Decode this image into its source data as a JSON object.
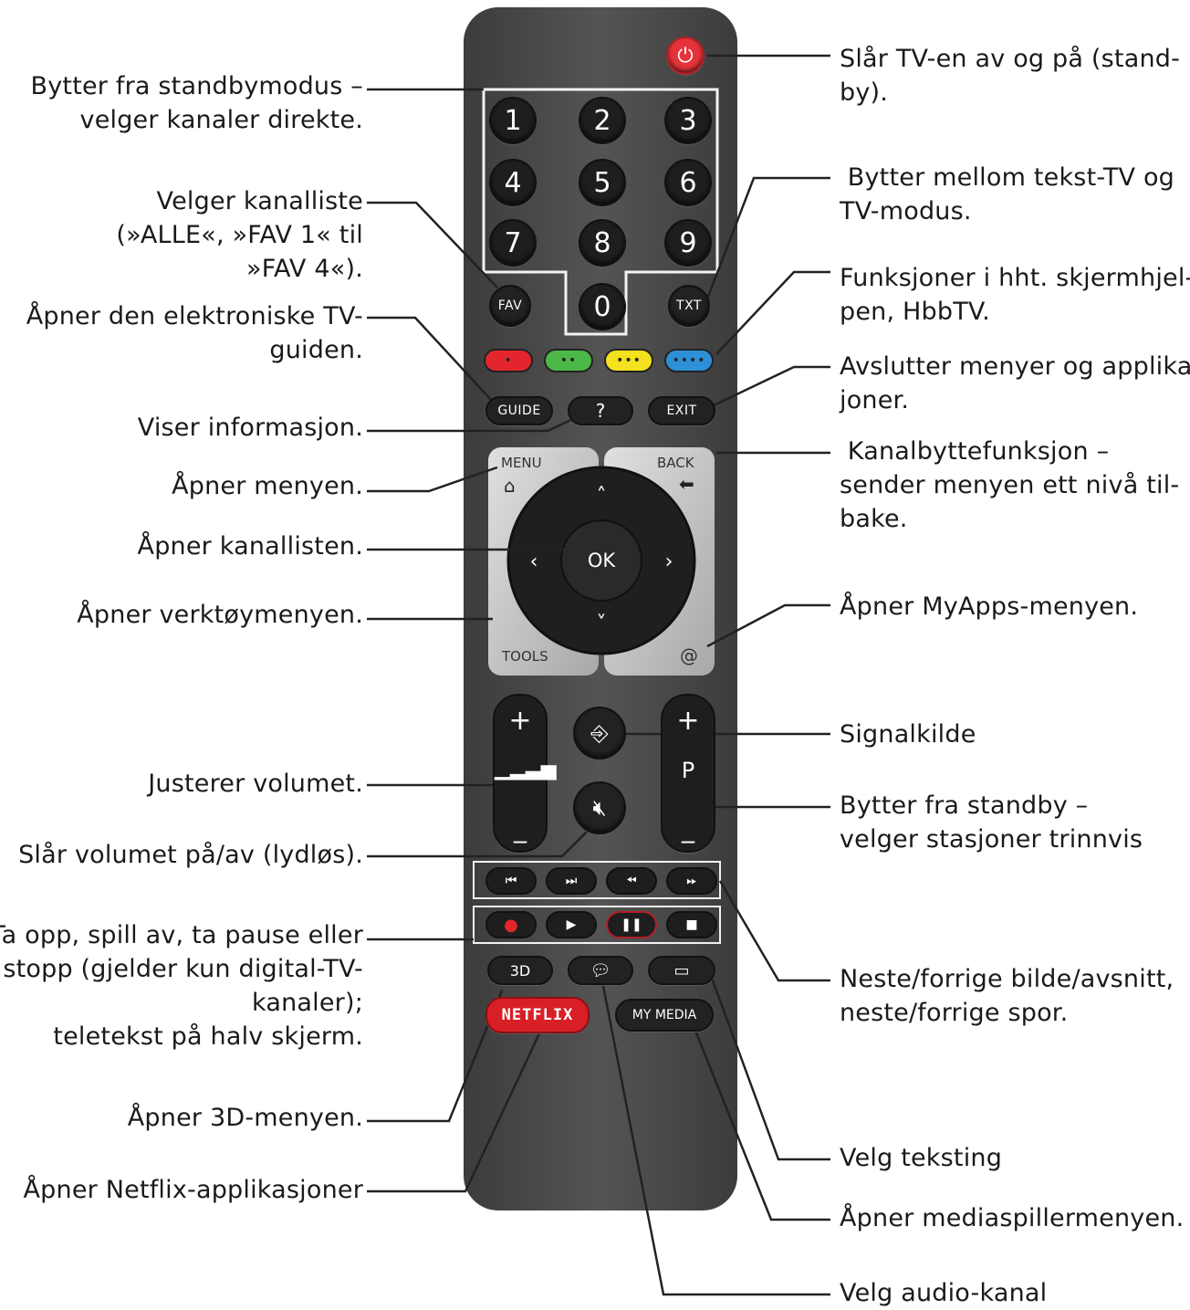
{
  "labels_left": {
    "standby_direct": [
      "Bytter fra standbymodus –",
      "velger kanaler direkte."
    ],
    "channel_list_select": [
      "Velger kanalliste",
      "(»ALLE«, »FAV 1« til",
      "»FAV 4«)."
    ],
    "epg": [
      "Åpner den elektroniske TV-",
      "guiden."
    ],
    "info": [
      "Viser informasjon."
    ],
    "menu": [
      "Åpner menyen."
    ],
    "channel_list": [
      "Åpner kanallisten."
    ],
    "tools": [
      "Åpner verktøymenyen."
    ],
    "volume": [
      "Justerer volumet."
    ],
    "mute": [
      "Slår volumet på/av (lydløs)."
    ],
    "record": [
      "Ta opp, spill av, ta pause eller",
      "stopp (gjelder kun digital-TV-",
      "kanaler);",
      "teletekst på halv skjerm."
    ],
    "three_d": [
      "Åpner 3D-menyen."
    ],
    "netflix": [
      "Åpner Netflix-applikasjoner"
    ]
  },
  "labels_right": {
    "power": [
      "Slår TV-en av og på (stand-",
      "by)."
    ],
    "teletext": [
      " Bytter mellom tekst-TV og",
      "TV-modus."
    ],
    "hbbtv": [
      "Funksjoner i hht. skjermhjel-",
      "pen, HbbTV."
    ],
    "exit": [
      "Avslutter menyer og applikas-",
      "joner."
    ],
    "back": [
      " Kanalbyttefunksjon –",
      "sender menyen ett nivå til-",
      "bake."
    ],
    "myapps": [
      "Åpner MyApps-menyen."
    ],
    "source": [
      "Signalkilde"
    ],
    "program": [
      "Bytter fra standby –",
      "velger stasjoner trinnvis"
    ],
    "skip": [
      "Neste/forrige bilde/avsnitt,",
      "neste/forrige spor."
    ],
    "subtitle": [
      "Velg teksting"
    ],
    "mymedia": [
      "Åpner mediaspillermenyen."
    ],
    "audio": [
      "Velg audio-kanal"
    ]
  },
  "buttons": {
    "digits": [
      "1",
      "2",
      "3",
      "4",
      "5",
      "6",
      "7",
      "8",
      "9"
    ],
    "zero": "0",
    "fav": "FAV",
    "txt": "TXT",
    "red": "•",
    "green": "••",
    "yellow": "•••",
    "blue": "••••",
    "guide": "GUIDE",
    "info": "?",
    "exit": "EXIT",
    "menu": "MENU",
    "back": "BACK",
    "tools": "TOOLS",
    "at": "@",
    "ok": "OK",
    "vol_plus": "+",
    "vol_minus": "_",
    "p_plus": "+",
    "p_label": "P",
    "p_minus": "_",
    "three_d": "3D",
    "netflix": "NETFLIX",
    "my_media": "MY MEDIA"
  },
  "colors": {
    "remote_body": "#4a4a4a",
    "power": "#e5333b",
    "red": "#e3262d",
    "green": "#4cb848",
    "yellow": "#f4e21e",
    "blue": "#2d8fd6",
    "netflix": "#d81f26",
    "nav_silver": "#c9c9c9"
  }
}
